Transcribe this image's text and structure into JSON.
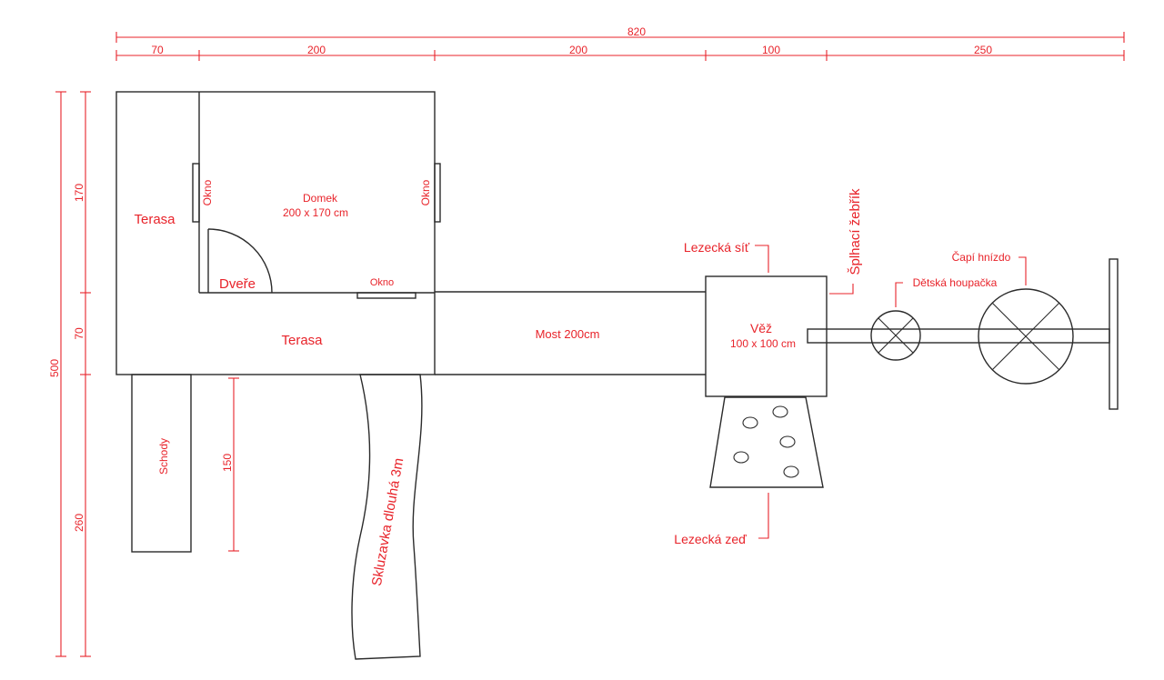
{
  "colors": {
    "annotation": "#e8232a",
    "outline": "#2b2b2b",
    "background": "#ffffff"
  },
  "dimensions": {
    "total_width": "820",
    "segments": [
      "70",
      "200",
      "200",
      "100",
      "250"
    ],
    "total_height": "500",
    "vertical_segments": [
      "170",
      "70",
      "260"
    ],
    "stairs_length": "150"
  },
  "labels": {
    "terrace_top": "Terasa",
    "terrace_bottom": "Terasa",
    "house_name": "Domek",
    "house_size": "200 x 170 cm",
    "window_left": "Okno",
    "window_right": "Okno",
    "window_bottom": "Okno",
    "door": "Dveře",
    "stairs": "Schody",
    "slide": "Skluzavka dlouhá 3m",
    "bridge": "Most 200cm",
    "tower_name": "Věž",
    "tower_size": "100 x 100 cm",
    "climbing_net": "Lezecká síť",
    "rope_ladder": "Šplhací žebřík",
    "kids_swing": "Dětská houpačka",
    "stork_nest": "Čapí hnízdo",
    "climbing_wall": "Lezecká zeď"
  }
}
